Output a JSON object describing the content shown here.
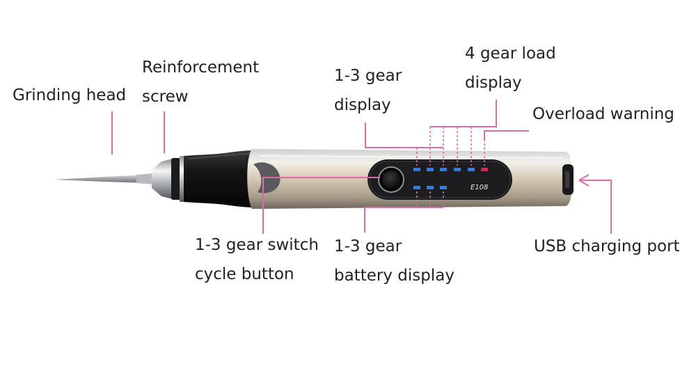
{
  "labels": {
    "grinding_head": [
      "Grinding head"
    ],
    "reinforcement_screw": [
      "Reinforcement",
      "screw"
    ],
    "gear_display": [
      "1-3 gear",
      "display"
    ],
    "load_display": [
      "4 gear load",
      "display"
    ],
    "overload_warning": [
      "Overload warning"
    ],
    "switch_button": [
      "1-3 gear switch",
      "cycle button"
    ],
    "battery_display": [
      "1-3 gear",
      "battery display"
    ],
    "usb_port": [
      "USB charging port"
    ]
  },
  "device": {
    "model_text": "E108"
  },
  "colors": {
    "callout": "#e06aa8",
    "led_blue": "#2f7cf0",
    "led_red": "#e8204e",
    "label_text": "#222222",
    "panel": "#1d1d1f"
  },
  "icons": {
    "usb_arrow": "arrow-left-icon"
  }
}
